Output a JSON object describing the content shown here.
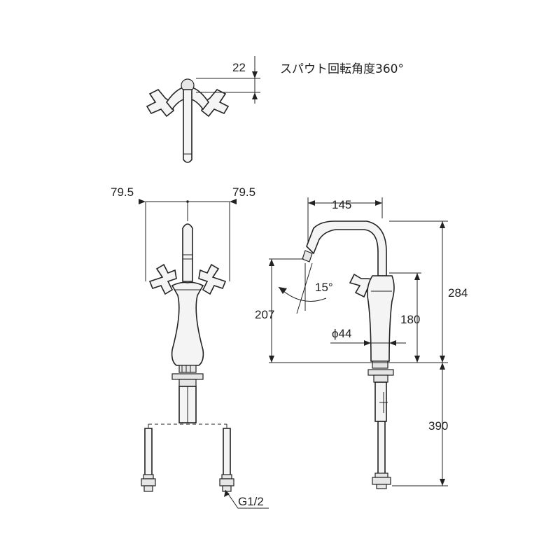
{
  "title": "スパウト回転角度360°",
  "dimensions": {
    "top_offset": "22",
    "left_width": "79.5",
    "right_width": "79.5",
    "spout_reach": "145",
    "spout_angle": "15°",
    "spout_height": "207",
    "handle_height": "180",
    "total_height": "284",
    "base_diameter": "ϕ44",
    "hose_length": "390",
    "thread": "G1/2"
  }
}
